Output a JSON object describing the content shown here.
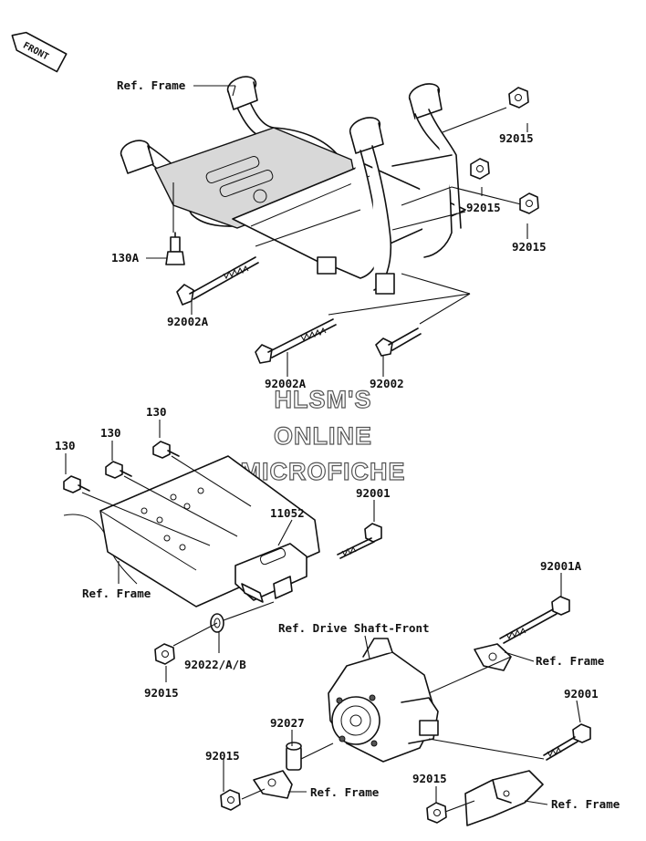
{
  "front_badge": "FRONT",
  "watermark": {
    "line1": "HLSM'S",
    "line2": "ONLINE",
    "line3": "MICROFICHE"
  },
  "labels": {
    "ref_frame_top": "Ref. Frame",
    "p92015_a": "92015",
    "p92015_b": "92015",
    "p92015_c": "92015",
    "p130A": "130A",
    "p92002A_a": "92002A",
    "p92002A_b": "92002A",
    "p92002": "92002",
    "p130_a": "130",
    "p130_b": "130",
    "p130_c": "130",
    "p92001_a": "92001",
    "p11052": "11052",
    "ref_frame_mid": "Ref. Frame",
    "p92001A": "92001A",
    "ref_drive_shaft": "Ref. Drive Shaft-Front",
    "ref_frame_right": "Ref. Frame",
    "p92015_d": "92015",
    "p92022": "92022/A/B",
    "p92001_b": "92001",
    "p92027": "92027",
    "p92015_e": "92015",
    "ref_frame_low": "Ref. Frame",
    "p92015_f": "92015",
    "ref_frame_bottom": "Ref. Frame"
  }
}
